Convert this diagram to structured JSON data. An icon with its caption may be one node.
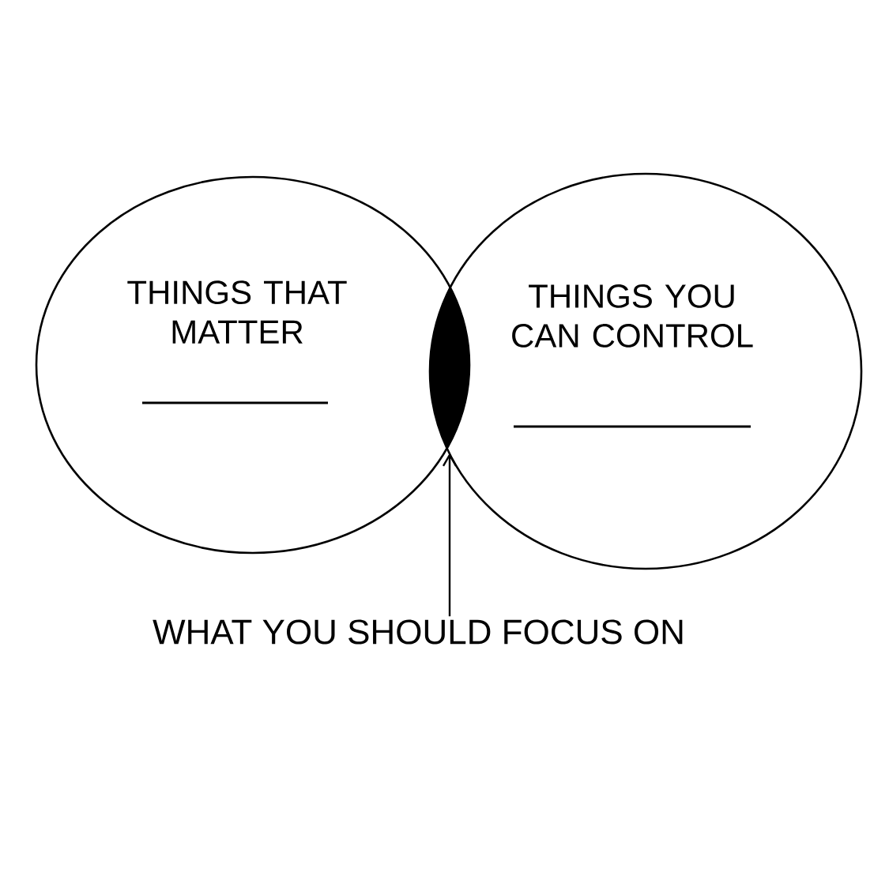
{
  "diagram": {
    "nodes": [
      {
        "text": [
          "THINGS THAT MATTER"
        ]
      },
      {
        "text": [
          "THINGS YOU CAN CONTROL"
        ]
      },
      {
        "text": [],
        "shape": "lens"
      },
      {
        "text": [
          "WHAT YOU SHOULD FOCUS ON"
        ]
      }
    ],
    "edges": [
      {
        "from": 3,
        "to": 2,
        "arrow": "to"
      }
    ]
  }
}
